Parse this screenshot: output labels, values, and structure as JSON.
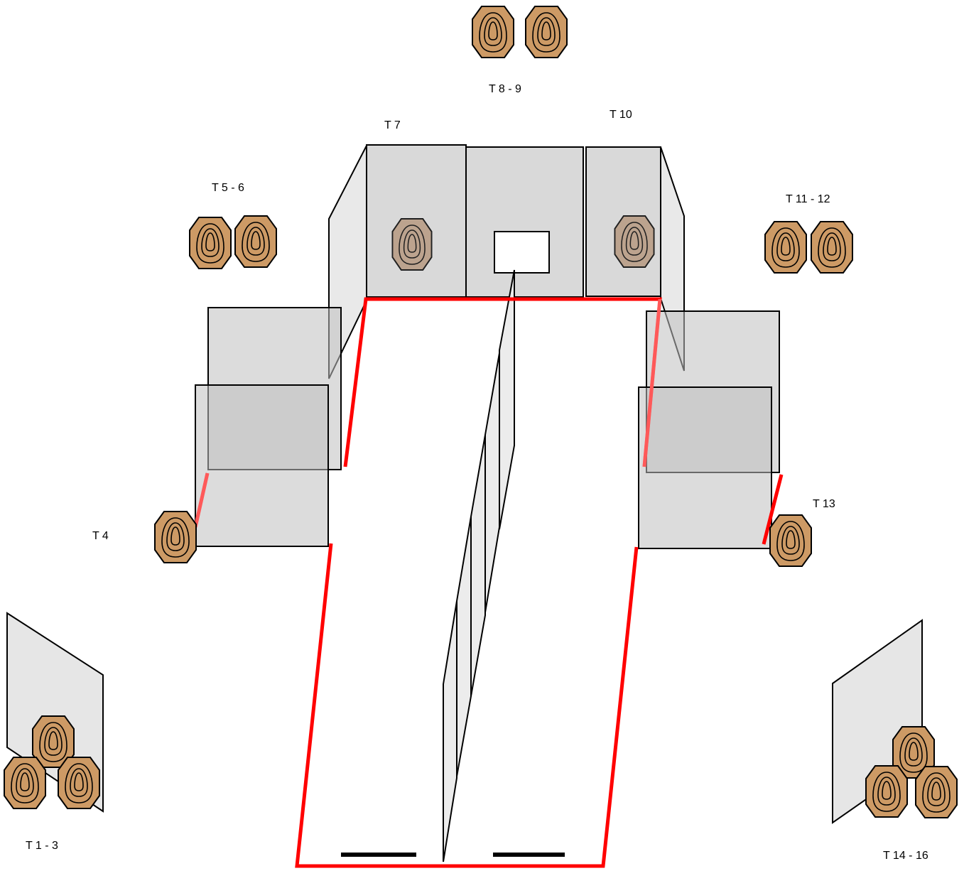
{
  "labels": {
    "t1_3": "T 1 - 3",
    "t4": "T  4",
    "t5_6": "T 5 - 6",
    "t7": "T  7",
    "t8_9": "T  8 - 9",
    "t10": "T  10",
    "t11_12": "T  11 - 12",
    "t13": "T  13",
    "t14_16": "T  14 - 16"
  },
  "colors": {
    "target_fill": "#cd9a65",
    "target_faded": "#b89a82",
    "wall_fill": "#e6e6e6",
    "barricade_fill": "#d9d9d9",
    "fault_line": "#ff0000",
    "outline": "#000000"
  }
}
